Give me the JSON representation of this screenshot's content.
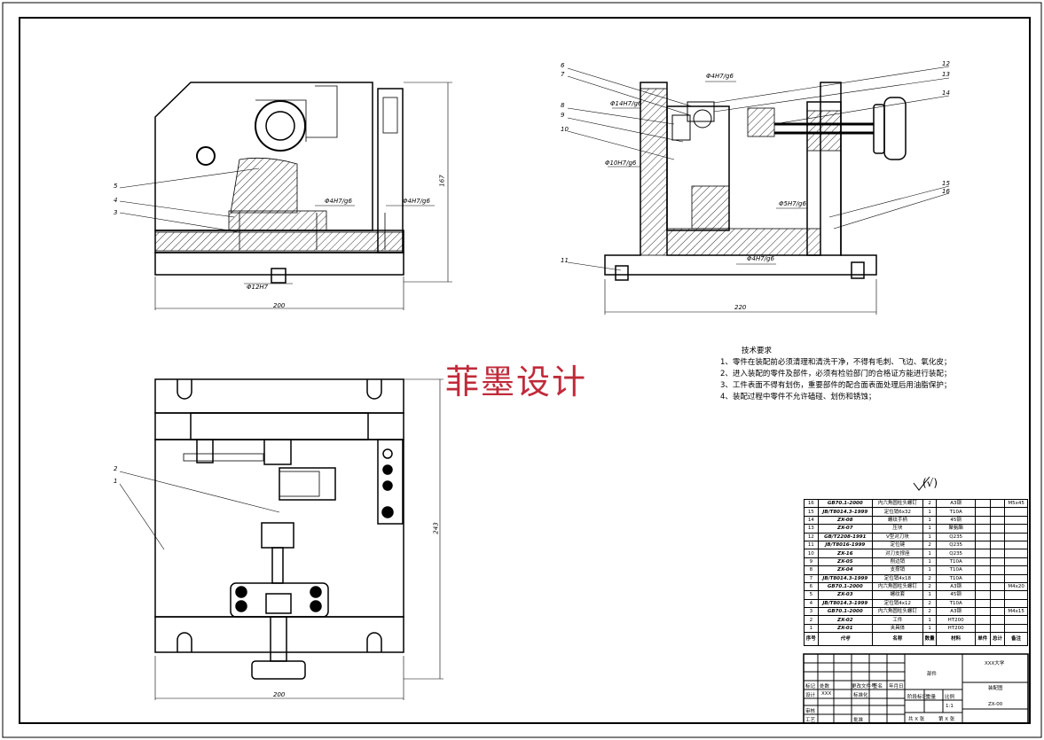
{
  "labels_front": {
    "n5": "5",
    "n4": "4",
    "n3": "3",
    "fit1": "Φ4H7/g6",
    "fit2": "Φ4H7/g6",
    "fit3": "Φ12H7",
    "dim_h": "167",
    "dim_w": "200"
  },
  "labels_side": {
    "n6": "6",
    "n7": "7",
    "n8": "8",
    "n9": "9",
    "n10": "10",
    "n11": "11",
    "n12": "12",
    "n13": "13",
    "n14": "14",
    "n15": "15",
    "n16": "16",
    "fit_top": "Φ4H7/g6",
    "fit_l1": "Φ14H7/g6",
    "fit_l2": "Φ10H7/g6",
    "fit_r": "Φ5H7/g6",
    "fit_b": "Φ4H7/g6",
    "dim_w": "220"
  },
  "labels_top": {
    "n2": "2",
    "n1": "1",
    "dim_h": "243",
    "dim_w": "200"
  },
  "watermark": "菲墨设计",
  "tech": {
    "title": "技术要求",
    "lines": [
      "1、零件在装配前必须清理和清洗干净，不得有毛刺、飞边、氧化皮；",
      "2、进入装配的零件及部件，必须有检验部门的合格证方能进行装配；",
      "3、工件表面不得有划伤，重要部件的配合面表面处理后用油脂保护；",
      "4、装配过程中零件不允许磕碰、划伤和锈蚀；"
    ]
  },
  "roughness": "(√)",
  "bom": {
    "rows": [
      [
        "16",
        "GB70.1-2000",
        "内六角圆柱头螺钉",
        "2",
        "A3钢",
        "",
        "",
        "M5x45"
      ],
      [
        "15",
        "JB/T8014.3-1999",
        "定位销6x32",
        "1",
        "T10A",
        "",
        "",
        ""
      ],
      [
        "14",
        "ZX-08",
        "螺纹手柄",
        "1",
        "45钢",
        "",
        "",
        ""
      ],
      [
        "13",
        "ZX-07",
        "压块",
        "1",
        "聚氨酯",
        "",
        "",
        ""
      ],
      [
        "12",
        "GB/T2208-1991",
        "V型对刀块",
        "1",
        "Q235",
        "",
        "",
        ""
      ],
      [
        "11",
        "JB/T8016-1999",
        "定位键",
        "2",
        "Q235",
        "",
        "",
        ""
      ],
      [
        "10",
        "ZX-16",
        "对刀支撑座",
        "1",
        "Q235",
        "",
        "",
        ""
      ],
      [
        "9",
        "ZX-05",
        "削边销",
        "1",
        "T10A",
        "",
        "",
        ""
      ],
      [
        "8",
        "ZX-04",
        "支撑销",
        "1",
        "T10A",
        "",
        "",
        ""
      ],
      [
        "7",
        "JB/T8014.3-1999",
        "定位销4x18",
        "2",
        "T10A",
        "",
        "",
        ""
      ],
      [
        "6",
        "GB70.1-2000",
        "内六角圆柱头螺钉",
        "2",
        "A3钢",
        "",
        "",
        "M4x20"
      ],
      [
        "5",
        "ZX-03",
        "螺纹套",
        "1",
        "45钢",
        "",
        "",
        ""
      ],
      [
        "4",
        "JB/T8014.3-1999",
        "定位销4x12",
        "2",
        "T10A",
        "",
        "",
        ""
      ],
      [
        "3",
        "GB70.1-2000",
        "内六角圆柱头螺钉",
        "2",
        "A3钢",
        "",
        "",
        "M4x15"
      ],
      [
        "2",
        "ZX-02",
        "工件",
        "1",
        "HT200",
        "",
        "",
        ""
      ],
      [
        "1",
        "ZX-01",
        "夹具体",
        "1",
        "HT200",
        "",
        "",
        ""
      ]
    ],
    "header": [
      "序号",
      "代号",
      "名称",
      "数量",
      "材料",
      "单件",
      "总计",
      "备注"
    ]
  },
  "title_block": {
    "school": "XXX大学",
    "part": "装配图",
    "label_group": "部件",
    "code": "ZX-00",
    "mark": "标记",
    "count": "处数",
    "file": "更改文件号",
    "sign": "签名",
    "date": "年月日",
    "design": "设计",
    "designer": "XXX",
    "std": "标准化",
    "stage": "阶段标记",
    "weight": "重量",
    "scale": "比例",
    "scale_val": "1:1",
    "check": "审核",
    "process": "工艺",
    "approve": "批准",
    "sheets": "共 X 张",
    "sheet": "第 X 张"
  }
}
